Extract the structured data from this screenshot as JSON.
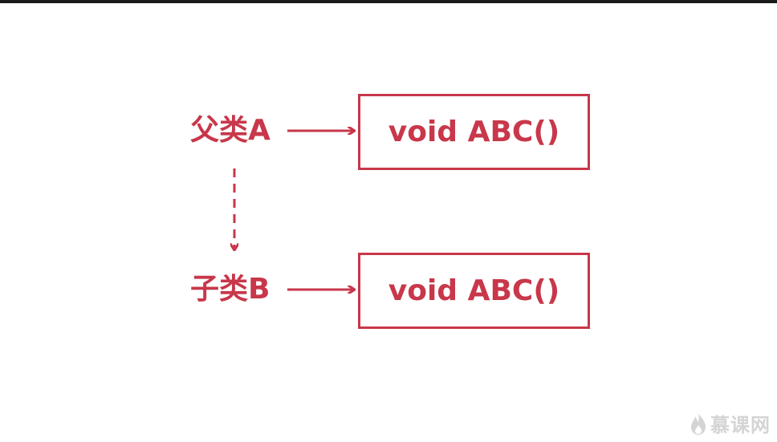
{
  "colors": {
    "accent": "#c8374a",
    "top_bar": "#1a1a1a",
    "watermark": "#d4d4d4"
  },
  "parent": {
    "label": "父类A",
    "method": "void ABC()"
  },
  "child": {
    "label": "子类B",
    "method": "void ABC()"
  },
  "watermark": {
    "text": "慕课网",
    "icon": "flame-logo-icon"
  }
}
